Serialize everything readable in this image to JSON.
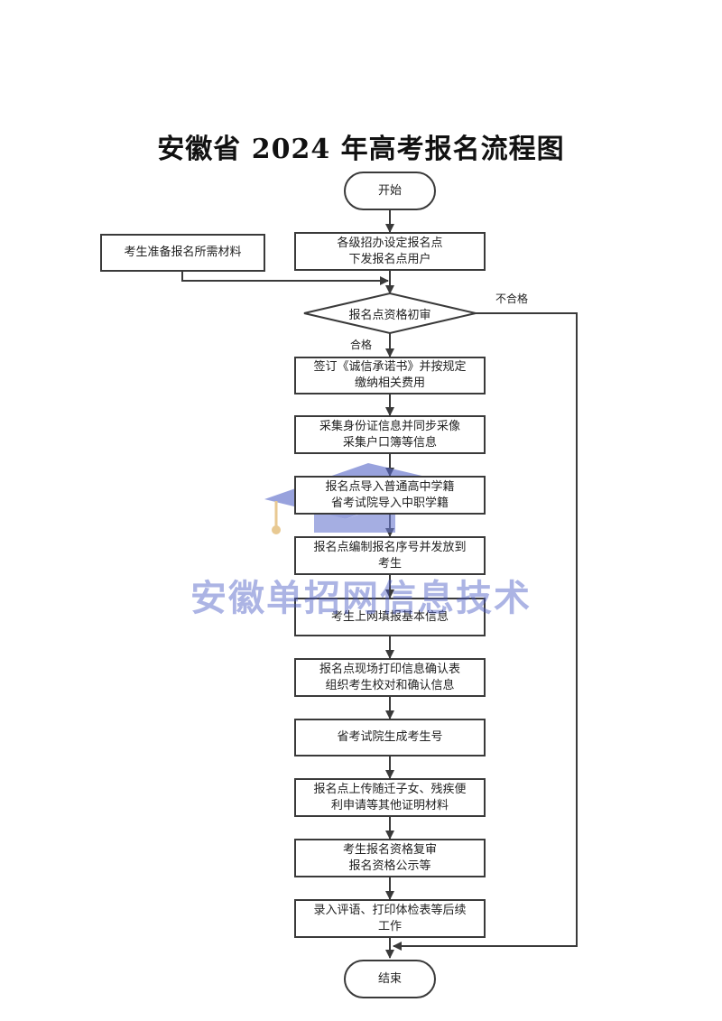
{
  "title": "安徽省 2024 年高考报名流程图",
  "nodes": {
    "start": "开始",
    "side_materials": "考生准备报名所需材料",
    "step1": [
      "各级招办设定报名点",
      "下发报名点用户"
    ],
    "decision": "报名点资格初审",
    "step2": [
      "签订《诚信承诺书》并按规定",
      "缴纳相关费用"
    ],
    "step3": [
      "采集身份证信息并同步采像",
      "采集户口簿等信息"
    ],
    "step4": [
      "报名点导入普通高中学籍",
      "省考试院导入中职学籍"
    ],
    "step5": [
      "报名点编制报名序号并发放到",
      "考生"
    ],
    "step6": [
      "考生上网填报基本信息"
    ],
    "step7": [
      "报名点现场打印信息确认表",
      "组织考生校对和确认信息"
    ],
    "step8": [
      "省考试院生成考生号"
    ],
    "step9": [
      "报名点上传随迁子女、残疾便",
      "利申请等其他证明材料"
    ],
    "step10": [
      "考生报名资格复审",
      "报名资格公示等"
    ],
    "step11": [
      "录入评语、打印体检表等后续",
      "工作"
    ],
    "end": "结束"
  },
  "edge_labels": {
    "pass": "合格",
    "fail": "不合格"
  },
  "watermark": "安徽单招网信息技术",
  "colors": {
    "line": "#3a3a3a",
    "watermark": "#4a5bc4"
  }
}
